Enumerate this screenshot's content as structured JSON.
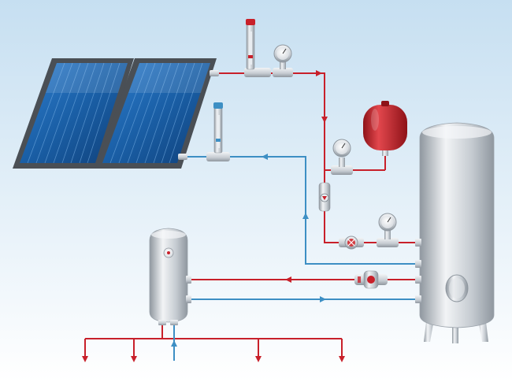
{
  "diagram": {
    "background": {
      "top": "#c6dff1",
      "bottom": "#ffffff"
    },
    "colors": {
      "hot_pipe": "#c8202a",
      "cold_pipe": "#3d8fc4",
      "steel_light": "#f2f4f6",
      "steel_mid": "#c5cbd1",
      "steel_dark": "#8f979f",
      "panel_blue": "#1a5fa6",
      "panel_frame": "#4a4f55",
      "expansion_vessel": "#c6232c"
    },
    "components": [
      {
        "id": "solar-collector-left",
        "icon": "solar-panel-icon"
      },
      {
        "id": "solar-collector-right",
        "icon": "solar-panel-icon"
      },
      {
        "id": "flow-meter-hot",
        "icon": "flow-meter-icon"
      },
      {
        "id": "flow-meter-cold",
        "icon": "flow-meter-icon"
      },
      {
        "id": "pressure-gauge-top",
        "icon": "pressure-gauge-icon"
      },
      {
        "id": "pressure-gauge-vessel",
        "icon": "pressure-gauge-icon"
      },
      {
        "id": "pressure-gauge-valve",
        "icon": "pressure-gauge-icon"
      },
      {
        "id": "expansion-vessel",
        "icon": "expansion-tank-icon"
      },
      {
        "id": "sight-glass",
        "icon": "sight-glass-icon"
      },
      {
        "id": "ball-valve",
        "icon": "valve-icon"
      },
      {
        "id": "circulation-pump",
        "icon": "pump-icon"
      },
      {
        "id": "storage-tank-large",
        "icon": "storage-tank-icon"
      },
      {
        "id": "boiler-tank-small",
        "icon": "boiler-icon"
      }
    ]
  }
}
